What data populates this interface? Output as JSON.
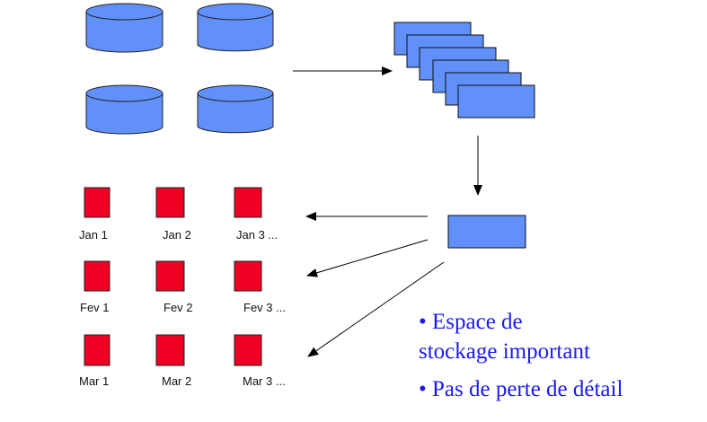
{
  "colors": {
    "cylinder": "#6090f8",
    "page": "#6090f8",
    "cell": "#ee0022",
    "bullet_text": "#1a1aee"
  },
  "cells": [
    [
      "Jan 1",
      "Jan 2",
      "Jan 3 ..."
    ],
    [
      "Fev 1",
      "Fev 2",
      "Fev 3 ..."
    ],
    [
      "Mar 1",
      "Mar 2",
      "Mar 3 ..."
    ]
  ],
  "bullets": {
    "line1": "• Espace de",
    "line2": "stockage important",
    "line3": "• Pas de perte de détail"
  }
}
